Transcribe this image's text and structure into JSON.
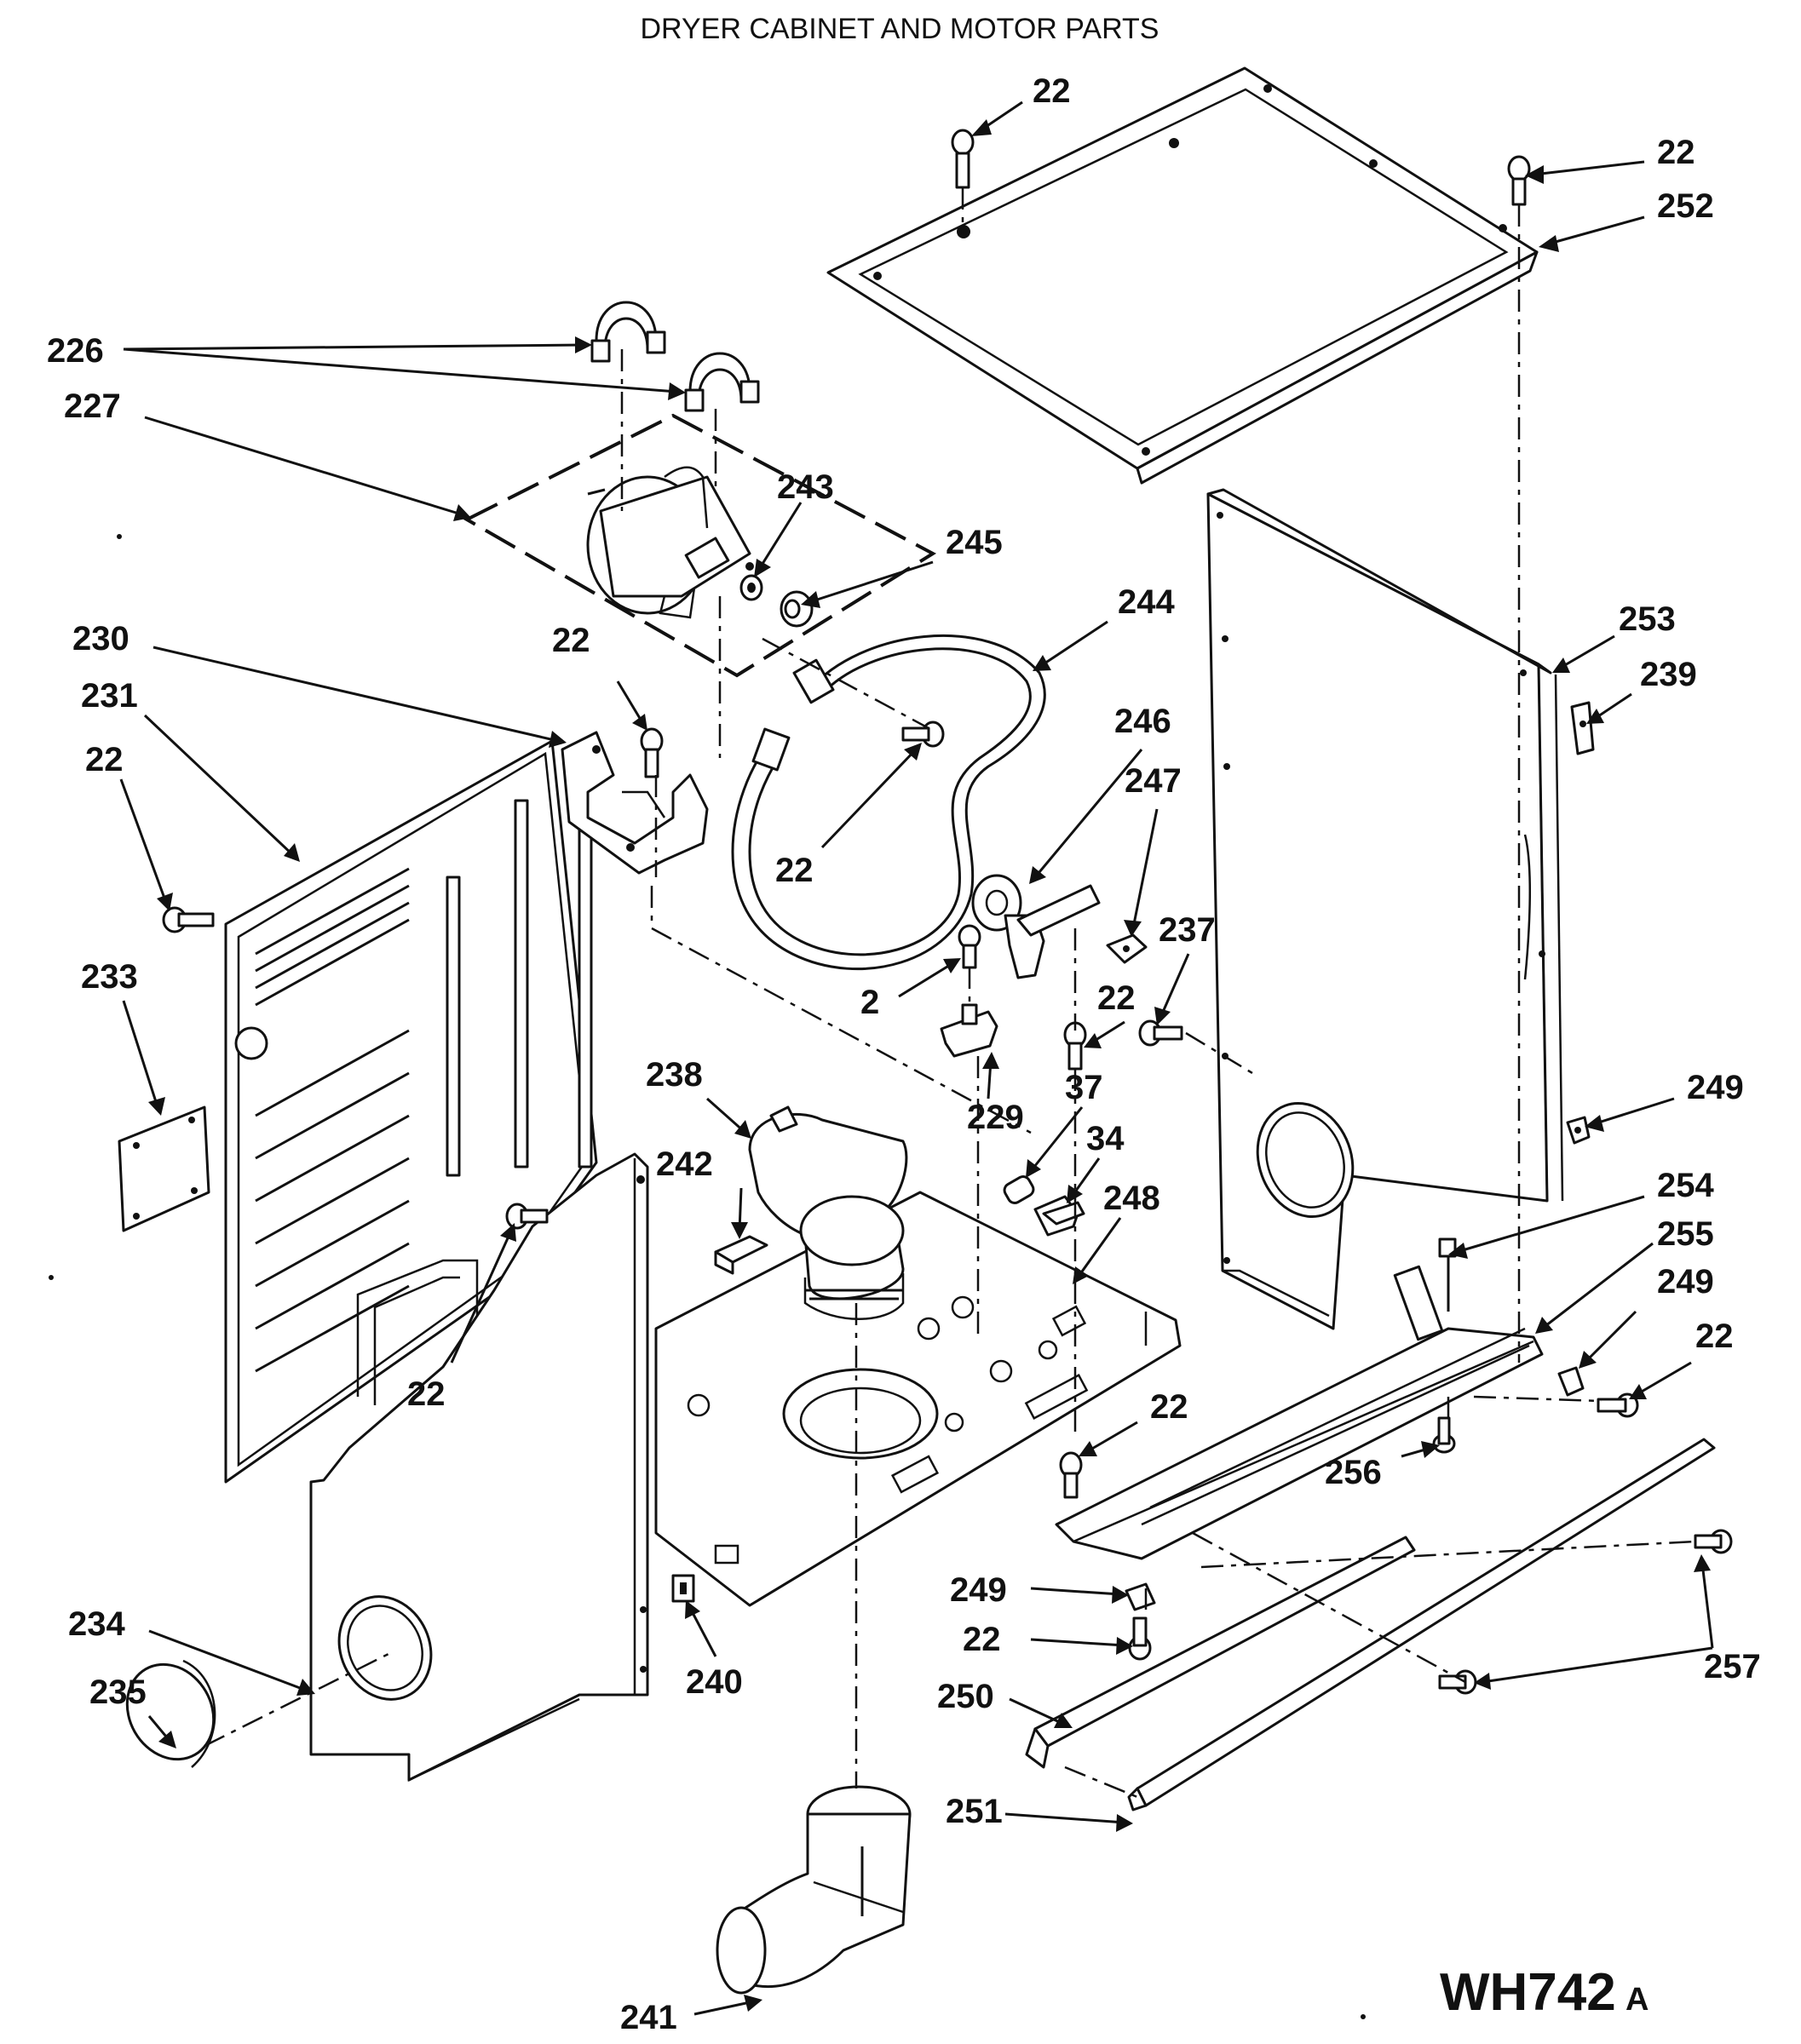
{
  "title": "DRYER CABINET AND MOTOR PARTS",
  "diagram_code": "WH742",
  "diagram_code_suffix": "A",
  "callouts": {
    "c22_top": "22",
    "c22_topright": "22",
    "c252": "252",
    "c226": "226",
    "c227": "227",
    "c243": "243",
    "c245": "245",
    "c244": "244",
    "c230": "230",
    "c231": "231",
    "c22_left": "22",
    "c22_bracket": "22",
    "c253": "253",
    "c239": "239",
    "c246": "246",
    "c247": "247",
    "c22_belt": "22",
    "c233": "233",
    "c2": "2",
    "c237": "237",
    "c22_mid": "22",
    "c238": "238",
    "c229": "229",
    "c37": "37",
    "c34": "34",
    "c249_right": "249",
    "c242": "242",
    "c248": "248",
    "c254": "254",
    "c255": "255",
    "c249_mid": "249",
    "c22_right": "22",
    "c22_lower": "22",
    "c22_base": "22",
    "c256": "256",
    "c249_low": "249",
    "c22_low": "22",
    "c234": "234",
    "c235": "235",
    "c240": "240",
    "c257": "257",
    "c250": "250",
    "c251": "251",
    "c241": "241"
  }
}
